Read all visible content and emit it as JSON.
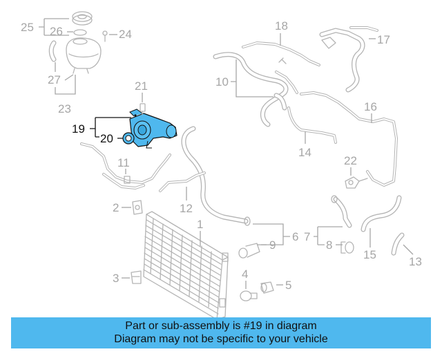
{
  "diagram": {
    "callouts": {
      "c1": "1",
      "c2": "2",
      "c3": "3",
      "c4": "4",
      "c5": "5",
      "c6": "6",
      "c7": "7",
      "c8": "8",
      "c9": "9",
      "c10": "10",
      "c11": "11",
      "c12": "12",
      "c13": "13",
      "c14": "14",
      "c15": "15",
      "c16": "16",
      "c17": "17",
      "c18": "18",
      "c19": "19",
      "c20": "20",
      "c21": "21",
      "c22": "22",
      "c23": "23",
      "c24": "24",
      "c25": "25",
      "c26": "26",
      "c27": "27"
    },
    "highlighted_part": "19",
    "colors": {
      "highlight": "#4fb8ee",
      "line_art": "#b4b4b4",
      "callout_text": "#a6a6a6",
      "highlight_text": "#111111",
      "banner": "#4fb8ee"
    }
  },
  "banner": {
    "line1": "Part or sub-assembly is #19 in diagram",
    "line2": "Diagram may not be specific to your vehicle"
  }
}
